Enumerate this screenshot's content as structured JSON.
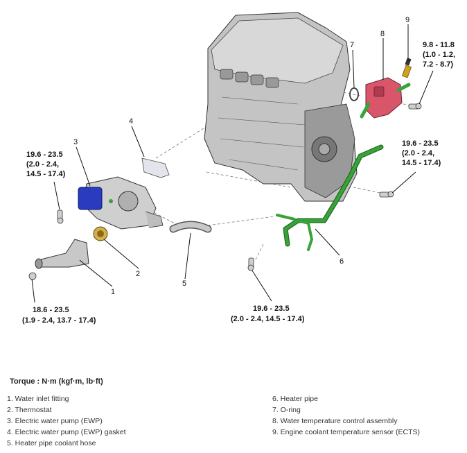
{
  "callouts": {
    "c1": "1",
    "c2": "2",
    "c3": "3",
    "c4": "4",
    "c5": "5",
    "c6": "6",
    "c7": "7",
    "c8": "8",
    "c9": "9"
  },
  "torques": {
    "t9": [
      "9.8 - 11.8",
      "(1.0 - 1.2,",
      "7.2 - 8.7)"
    ],
    "t_pipe_right": [
      "19.6 - 23.5",
      "(2.0 - 2.4,",
      "14.5 - 17.4)"
    ],
    "t_pump": [
      "19.6 - 23.5",
      "(2.0 - 2.4,",
      "14.5 - 17.4)"
    ],
    "t_inlet": [
      "18.6 - 23.5",
      "(1.9 - 2.4, 13.7 - 17.4)"
    ],
    "t_pipe_bottom": [
      "19.6 - 23.5",
      "(2.0 - 2.4, 14.5 - 17.4)"
    ]
  },
  "torque_title": "Torque : N·m (kgf·m, lb·ft)",
  "legend": {
    "left": [
      "1. Water inlet fitting",
      "2. Thermostat",
      "3. Electric water pump (EWP)",
      "4. Electric water pump (EWP) gasket",
      "5. Heater pipe coolant hose"
    ],
    "right": [
      "6. Heater pipe",
      "7. O-ring",
      "8. Water temperature control assembly",
      "9. Engine coolant temperature sensor (ECTS)"
    ]
  },
  "colors": {
    "heater_pipe": "#3aa23a",
    "control_assembly": "#d9556a",
    "pump_motor": "#2a3bbf",
    "engine": "#b8b8b8",
    "sensor": "#d4a020"
  }
}
